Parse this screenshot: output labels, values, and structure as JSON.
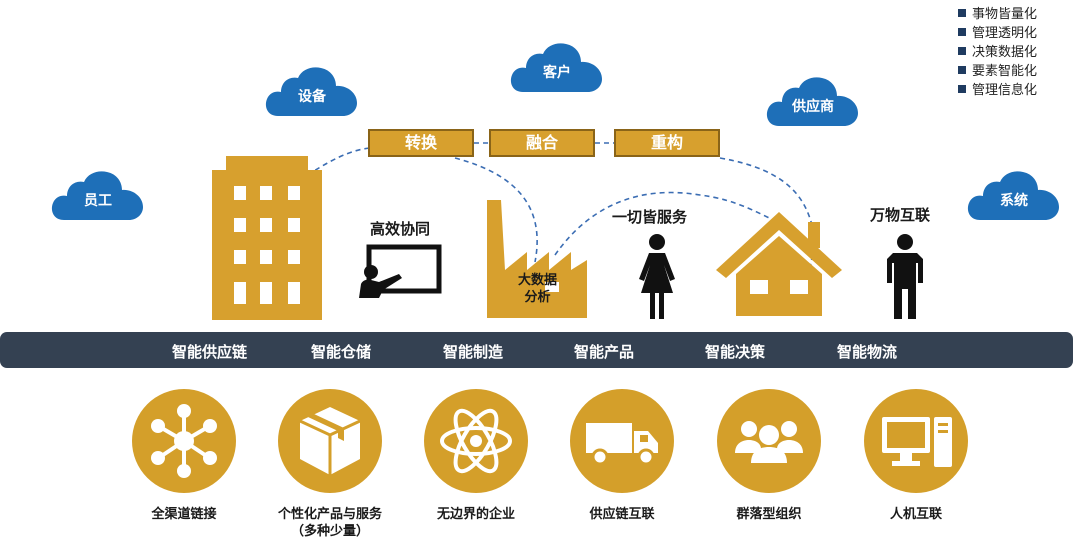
{
  "clouds": {
    "device": "设备",
    "customer": "客户",
    "supplier": "供应商",
    "employee": "员工",
    "system": "系统"
  },
  "legend": [
    "事物皆量化",
    "管理透明化",
    "决策数据化",
    "要素智能化",
    "管理信息化"
  ],
  "process": [
    "转换",
    "融合",
    "重构"
  ],
  "labels": {
    "collaboration": "高效协同",
    "bigdata_line1": "大数据",
    "bigdata_line2": "分析",
    "everything_service": "一切皆服务",
    "iot": "万物互联"
  },
  "bar": [
    "智能供应链",
    "智能仓储",
    "智能制造",
    "智能产品",
    "智能决策",
    "智能物流"
  ],
  "bottom": [
    {
      "label": "全渠道链接",
      "icon": "network-nodes-icon"
    },
    {
      "label": "个性化产品与服务",
      "sub": "（多种少量）",
      "icon": "package-box-icon"
    },
    {
      "label": "无边界的企业",
      "icon": "atom-icon"
    },
    {
      "label": "供应链互联",
      "icon": "truck-icon"
    },
    {
      "label": "群落型组织",
      "icon": "people-group-icon"
    },
    {
      "label": "人机互联",
      "icon": "computer-icon"
    }
  ],
  "colors": {
    "cloud": "#1e6fb8",
    "gold": "#d7a02e",
    "bar": "#344152",
    "dash": "#3b6db3"
  }
}
